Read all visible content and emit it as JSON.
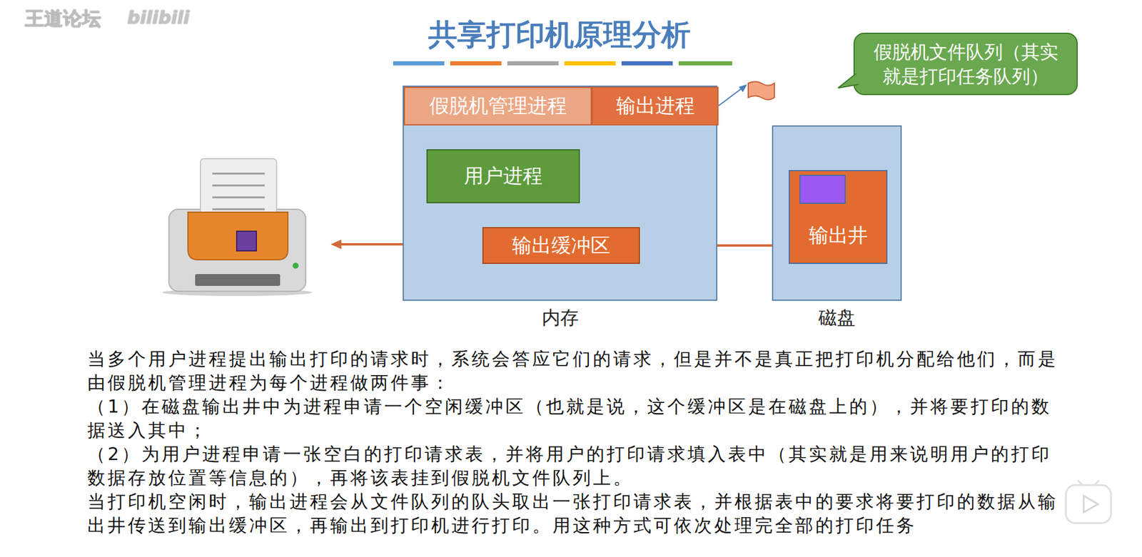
{
  "diagram": {
    "title": "共享打印机原理分析",
    "nodes": [
      {
        "text": [
          "假脱机文件队列（其实就是打印任务队列）"
        ]
      },
      {
        "text": [
          "内存"
        ]
      },
      {
        "text": [
          "假脱机管理进程"
        ],
        "in": 1
      },
      {
        "text": [
          "输出进程"
        ],
        "in": 1
      },
      {
        "text": [
          "用户进程"
        ],
        "in": 1
      },
      {
        "text": [
          "输出缓冲区"
        ],
        "in": 1
      },
      {
        "text": [
          "磁盘"
        ]
      },
      {
        "text": [
          "输出井"
        ],
        "in": 6
      }
    ],
    "edges": [
      {
        "from": 7,
        "to": 5,
        "arrow": "to"
      }
    ],
    "labels": [
      "王道论坛",
      "bilibili",
      "当多个用户进程提出输出打印的请求时，系统会答应它们的请求，但是并不是真正把打印机分配给他们，而是由假脱机管理进程为每个进程做两件事：",
      "（1）在磁盘输出井中为进程申请一个空闲缓冲区（也就是说，这个缓冲区是在磁盘上的），并将要打印的数据送入其中；",
      "（2）为用户进程申请一张空白的打印请求表，并将用户的打印请求填入表中（其实就是用来说明用户的打印数据存放位置等信息的），再将该表挂到假脱机文件队列上。",
      "当打印机空闲时，输出进程会从文件队列的队头取出一张打印请求表，并根据表中的要求将要打印的数据从输出井传送到输出缓冲区，再输出到打印机进行打印。用这种方式可依次处理完全部的打印任务"
    ]
  }
}
